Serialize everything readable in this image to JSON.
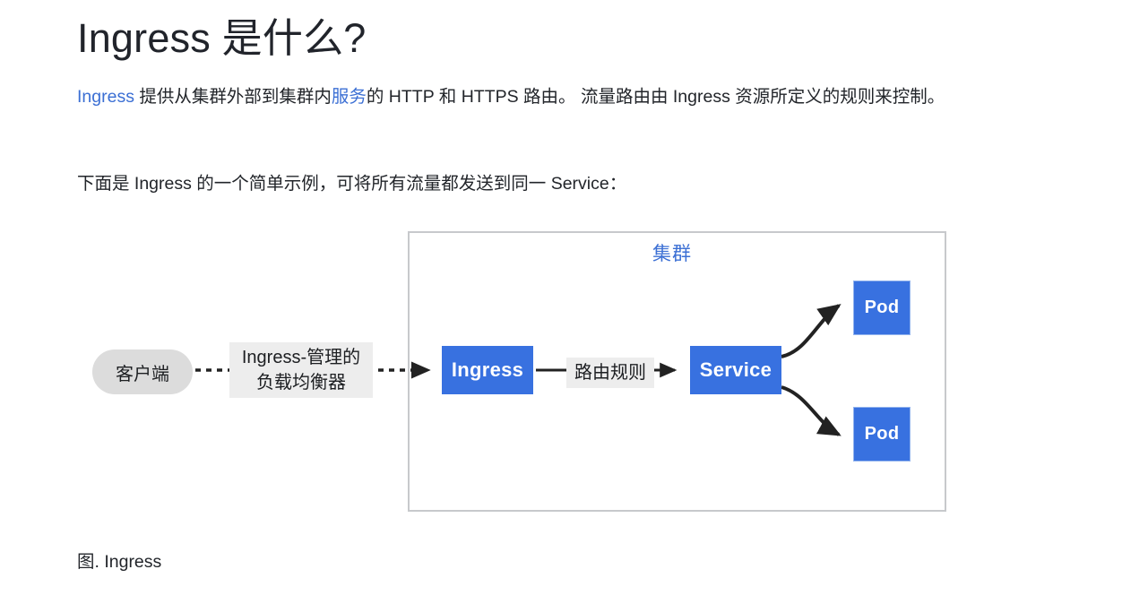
{
  "page": {
    "title": "Ingress 是什么?",
    "caption": "图. Ingress"
  },
  "paragraphs": {
    "p1": {
      "link_ingress": "Ingress",
      "seg1": " 提供从集群外部到集群内",
      "link_service": "服务",
      "seg2": "的 HTTP 和 HTTPS 路由。 流量路由由 Ingress 资源所定义的规则来控制。"
    },
    "p2": {
      "text": "下面是 Ingress 的一个简单示例，可将所有流量都发送到同一 Service："
    }
  },
  "diagram": {
    "cluster_label": "集群",
    "client_label": "客户端",
    "lb_label_line1": "Ingress-管理的",
    "lb_label_line2": "负载均衡器",
    "ingress_label": "Ingress",
    "rule_label": "路由规则",
    "service_label": "Service",
    "pod_top_label": "Pod",
    "pod_bottom_label": "Pod",
    "colors": {
      "node_blue": "#3871e0",
      "pod_border": "#93b4ee",
      "cluster_border": "#c7c9cc",
      "client_gray": "#dcdcdc",
      "edge_label_gray": "#ededed",
      "link_blue": "#3b6fd4",
      "arrow_black": "#222222"
    }
  }
}
